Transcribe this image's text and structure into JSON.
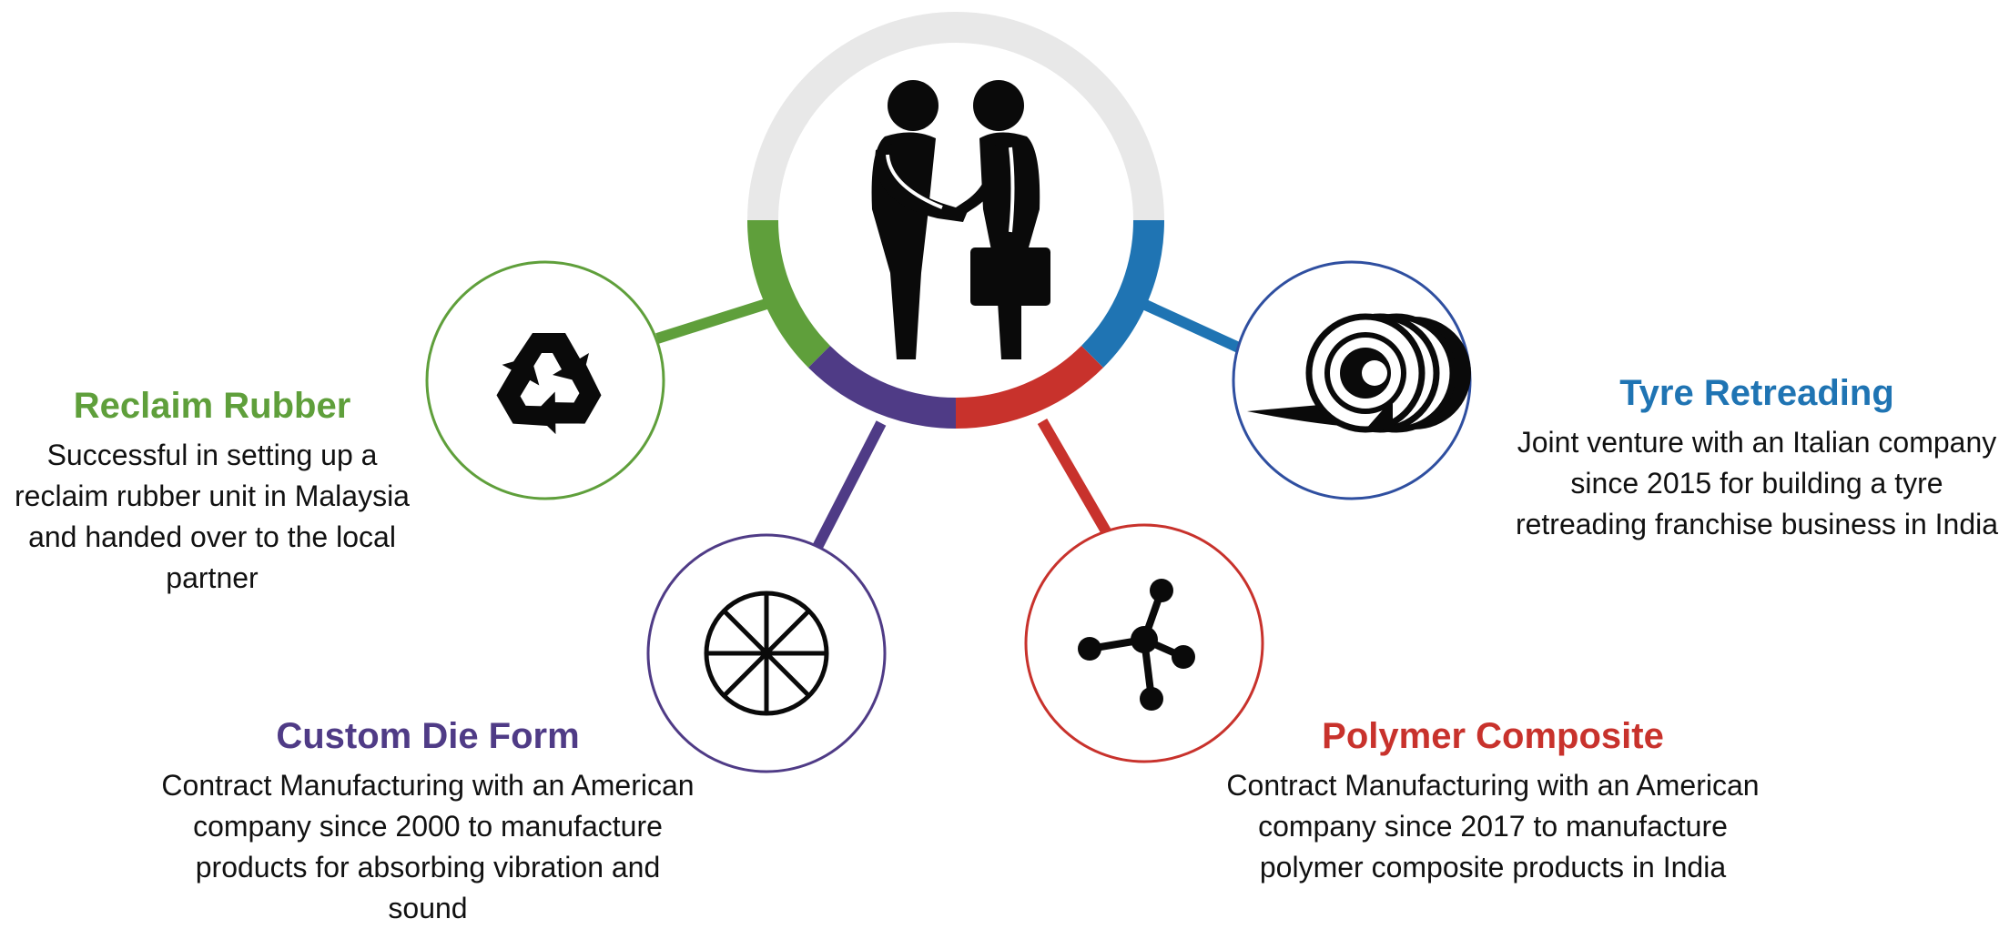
{
  "colors": {
    "green": "#5f9f3b",
    "purple": "#4f3b86",
    "red": "#c8322c",
    "blue": "#1f74b3",
    "grey": "#e8e8e8",
    "circle_blue": "#2f4fa0",
    "icon": "#0a0a0a"
  },
  "center": {
    "icon": "handshake-businessmen-icon"
  },
  "segments": [
    {
      "id": "reclaim",
      "color": "green",
      "icon": "recycle-icon",
      "title": "Reclaim Rubber",
      "description": "Successful in setting up a reclaim rubber unit in Malaysia and handed over to the local partner"
    },
    {
      "id": "die",
      "color": "purple",
      "icon": "wheel-icon",
      "title": "Custom Die Form",
      "description": "Contract Manufacturing with an American company since 2000 to manufacture products for absorbing vibration and sound"
    },
    {
      "id": "polymer",
      "color": "red",
      "icon": "molecule-icon",
      "title": "Polymer Composite",
      "description": "Contract Manufacturing with an American company since 2017 to manufacture polymer composite products in India"
    },
    {
      "id": "tyre",
      "color": "blue",
      "icon": "tape-roll-icon",
      "title": "Tyre Retreading",
      "description": "Joint venture with an Italian company since 2015 for building a tyre retreading franchise business in India"
    }
  ]
}
